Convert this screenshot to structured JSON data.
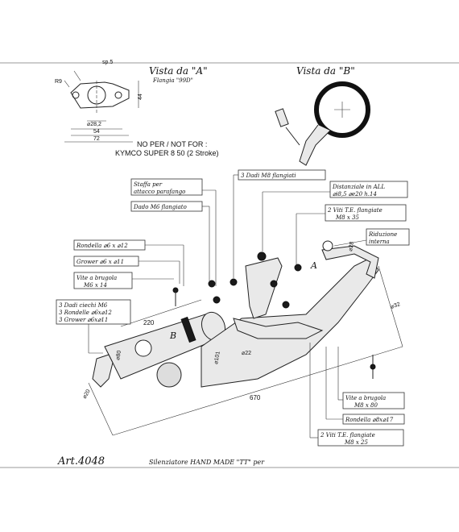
{
  "view_a": {
    "title": "Vista da \"A\"",
    "subtitle": "Flangia \"99D\"",
    "dims": {
      "sp": "sp.5",
      "r": "R9",
      "d44": "44",
      "d282": "⌀28,2",
      "d54": "54",
      "d72": "72"
    }
  },
  "view_b": {
    "title": "Vista da \"B\""
  },
  "notice": {
    "line1": "NO PER  /  NOT FOR :",
    "line2": "KYMCO SUPER 8 50 (2 Stroke)"
  },
  "callouts": {
    "staffa": [
      "Staffa per",
      "attacco parafango"
    ],
    "dadi_m8": "3 Dadi M8 flangiati",
    "dado_m6": "Dado M6 flangiato",
    "distanziale": [
      "Distanziale in ALL",
      "⌀i8,5 ⌀e20 h.14"
    ],
    "viti_top": [
      "2 Viti T.E. flangiate",
      "M8 x 35"
    ],
    "riduzione": [
      "Riduzione",
      "interna"
    ],
    "rondella_m6": "Rondella ⌀6 x ⌀12",
    "grower": "Grower ⌀6 x ⌀11",
    "vite_m6": [
      "Vite a brugola",
      "M6 x 14"
    ],
    "dadi_ciechi": [
      "3 Dadi ciechi M6",
      "3 Rondelle ⌀6x⌀12",
      "3 Grower ⌀6x⌀11"
    ],
    "vite_m8": [
      "Vite a brugola",
      "M8 x 80"
    ],
    "rondella_m8": "Rondella ⌀8x⌀17",
    "viti_bottom": [
      "2 Viti T.E. flangiate",
      "M8 x 25"
    ]
  },
  "dimensions": {
    "d220": "220",
    "d670": "670",
    "d80": "⌀80",
    "d101": "⌀101",
    "d20": "⌀20",
    "d22": "⌀22",
    "d32": "⌀32",
    "d28": "⌀28"
  },
  "markers": {
    "a": "A",
    "b": "B"
  },
  "footer": {
    "art": "Art.4048",
    "desc": "Silenziatore  HAND MADE \"TT\"     per"
  }
}
